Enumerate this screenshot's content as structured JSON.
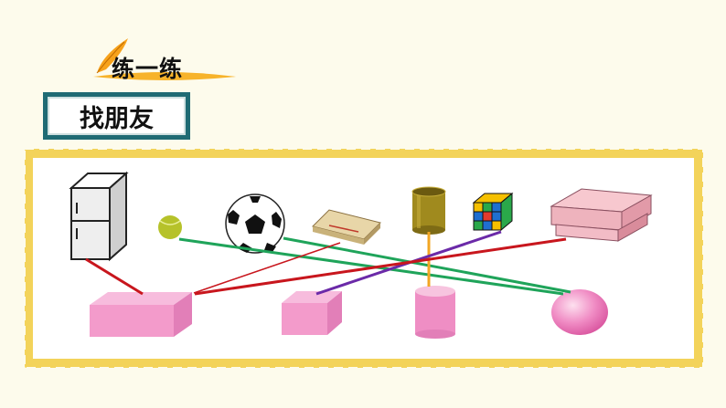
{
  "heading": {
    "title": "练一练",
    "icon": "feather-icon"
  },
  "subtitle": {
    "text": "找朋友"
  },
  "colors": {
    "frame": "#f3d35a",
    "panel": "#ffffff",
    "banner": "#f7b32b",
    "subtitle_border": "#1f6b74",
    "line_red": "#c8161d",
    "line_green": "#1fa45a",
    "line_purple": "#6b2aa8",
    "line_orange": "#f2a623",
    "solid_pink": "#f4a6cf"
  },
  "objects_top": [
    "refrigerator",
    "tennis-ball",
    "soccer-ball",
    "gift-box",
    "pen-holder",
    "rubiks-cube",
    "shoe-box"
  ],
  "shapes_bottom": [
    "long-cuboid",
    "cube",
    "cylinder",
    "sphere"
  ]
}
